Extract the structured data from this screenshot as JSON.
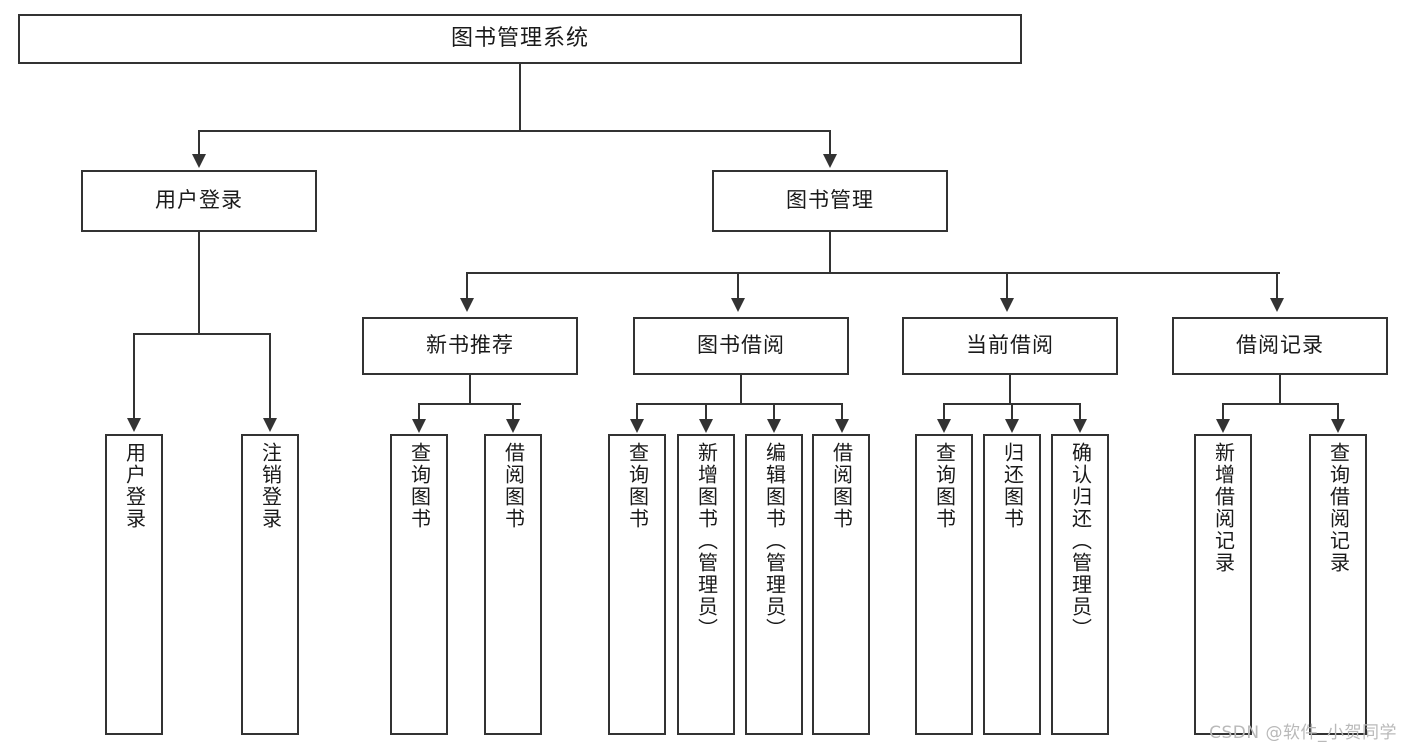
{
  "diagram": {
    "type": "tree-hierarchy",
    "orientation": "top-down",
    "root": {
      "label": "图书管理系统"
    },
    "level1": [
      {
        "label": "用户登录"
      },
      {
        "label": "图书管理"
      }
    ],
    "level2": [
      {
        "label": "新书推荐"
      },
      {
        "label": "图书借阅"
      },
      {
        "label": "当前借阅"
      },
      {
        "label": "借阅记录"
      }
    ],
    "leaves": {
      "user_login": [
        {
          "label": "用户登录"
        },
        {
          "label": "注销登录"
        }
      ],
      "new_book_recommend": [
        {
          "label": "查询图书"
        },
        {
          "label": "借阅图书"
        }
      ],
      "book_borrow": [
        {
          "label": "查询图书"
        },
        {
          "label": "新增图书（管理员）"
        },
        {
          "label": "编辑图书（管理员）"
        },
        {
          "label": "借阅图书"
        }
      ],
      "current_borrow": [
        {
          "label": "查询图书"
        },
        {
          "label": "归还图书"
        },
        {
          "label": "确认归还（管理员）"
        }
      ],
      "borrow_record": [
        {
          "label": "新增借阅记录"
        },
        {
          "label": "查询借阅记录"
        }
      ]
    }
  },
  "watermark": {
    "text": "CSDN @软件_小贺同学"
  },
  "colors": {
    "stroke": "#333333",
    "fill": "#ffffff",
    "text": "#1a1a1a",
    "watermark": "#b9b9b9"
  }
}
